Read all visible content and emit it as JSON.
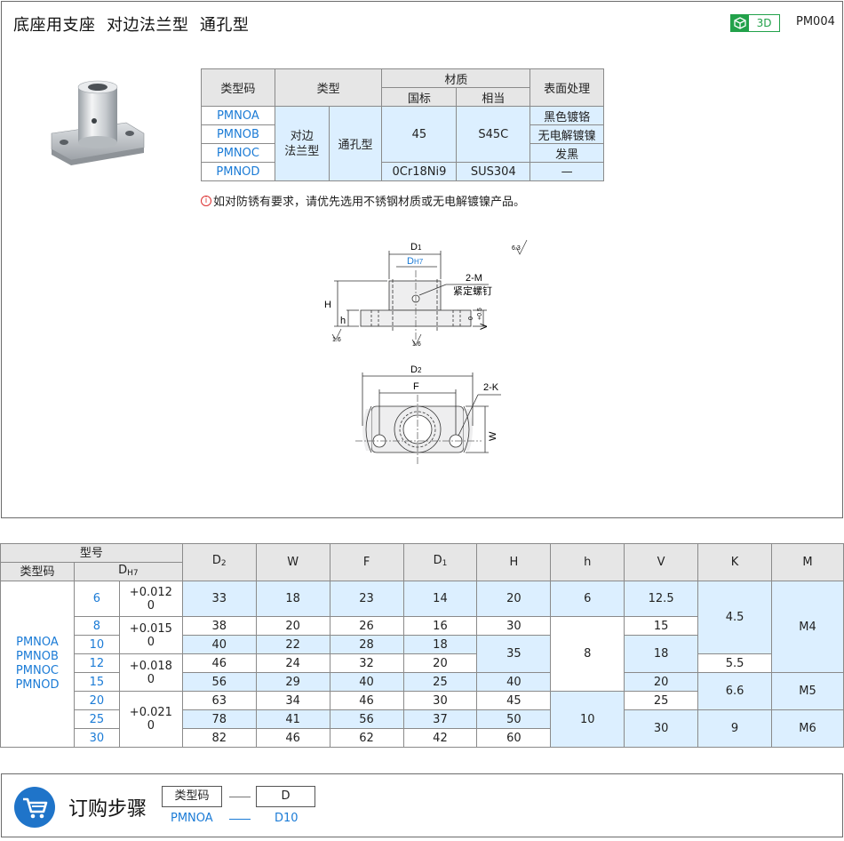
{
  "title": "底座用支座  对边法兰型  通孔型",
  "badge": {
    "label": "3D",
    "color": "#22a14a"
  },
  "product_code": "PM004",
  "spec": {
    "headers": {
      "type_code": "类型码",
      "type": "类型",
      "material": "材质",
      "gb": "国标",
      "equiv": "相当",
      "surface": "表面处理"
    },
    "type_main": "对边\n法兰型",
    "type_sub": "通孔型",
    "rows": [
      {
        "code": "PMNOA",
        "surface": "黑色镀铬"
      },
      {
        "code": "PMNOB",
        "surface": "无电解镀镍"
      },
      {
        "code": "PMNOC",
        "surface": "发黑"
      },
      {
        "code": "PMNOD",
        "surface": "—"
      }
    ],
    "mat1_gb": "45",
    "mat1_eq": "S45C",
    "mat2_gb": "0Cr18Ni9",
    "mat2_eq": "SUS304"
  },
  "note": {
    "icon": "info-icon",
    "text": "如对防锈有要求，请优先选用不锈钢材质或无电解镀镍产品。"
  },
  "drawing": {
    "d1": "D",
    "d1_sub": "1",
    "dh7": "D",
    "dh7_sub": "H7",
    "m": "2-M",
    "screw": "紧定螺钉",
    "h_big": "H",
    "h_small": "h",
    "v": "V",
    "v_tol": "+0.5",
    "v_tol2": "0",
    "rough1": "6.3",
    "rough2": "1.6",
    "rough3": "1.6",
    "d2": "D",
    "d2_sub": "2",
    "f": "F",
    "k": "2-K",
    "w": "W"
  },
  "dims": {
    "header": {
      "model": "型号",
      "type_code": "类型码",
      "dh7": "D",
      "dh7_sub": "H7",
      "cols": [
        {
          "main": "D",
          "sub": "2"
        },
        {
          "main": "W",
          "sub": ""
        },
        {
          "main": "F",
          "sub": ""
        },
        {
          "main": "D",
          "sub": "1"
        },
        {
          "main": "H",
          "sub": ""
        },
        {
          "main": "h",
          "sub": ""
        },
        {
          "main": "V",
          "sub": ""
        },
        {
          "main": "K",
          "sub": ""
        },
        {
          "main": "M",
          "sub": ""
        }
      ]
    },
    "codes": [
      "PMNOA",
      "PMNOB",
      "PMNOC",
      "PMNOD"
    ],
    "d": [
      "6",
      "8",
      "10",
      "12",
      "15",
      "20",
      "25",
      "30"
    ],
    "tol": [
      "+0.012\n0",
      "+0.015\n0",
      "+0.018\n0",
      "+0.021\n0"
    ],
    "d2": [
      "33",
      "38",
      "40",
      "46",
      "56",
      "63",
      "78",
      "82"
    ],
    "w": [
      "18",
      "20",
      "22",
      "24",
      "29",
      "34",
      "41",
      "46"
    ],
    "f": [
      "23",
      "26",
      "28",
      "32",
      "40",
      "46",
      "56",
      "62"
    ],
    "d1": [
      "14",
      "16",
      "18",
      "20",
      "25",
      "30",
      "37",
      "42"
    ],
    "H": [
      "20",
      "30",
      "35",
      "40",
      "45",
      "50",
      "60"
    ],
    "h": [
      "6",
      "8",
      "10"
    ],
    "v": [
      "12.5",
      "15",
      "18",
      "20",
      "25",
      "30"
    ],
    "k": [
      "4.5",
      "5.5",
      "6.6",
      "9"
    ],
    "m": [
      "M4",
      "M5",
      "M6"
    ]
  },
  "order": {
    "title": "订购步骤",
    "icon": "cart-icon",
    "box1": "类型码",
    "box2": "D",
    "val1": "PMNOA",
    "val2": "D10"
  },
  "colors": {
    "accent_blue": "#1b7bd6",
    "header_gray": "#e6e6e6",
    "cell_blue": "#dcefff",
    "order_circle": "#1f74c9"
  }
}
